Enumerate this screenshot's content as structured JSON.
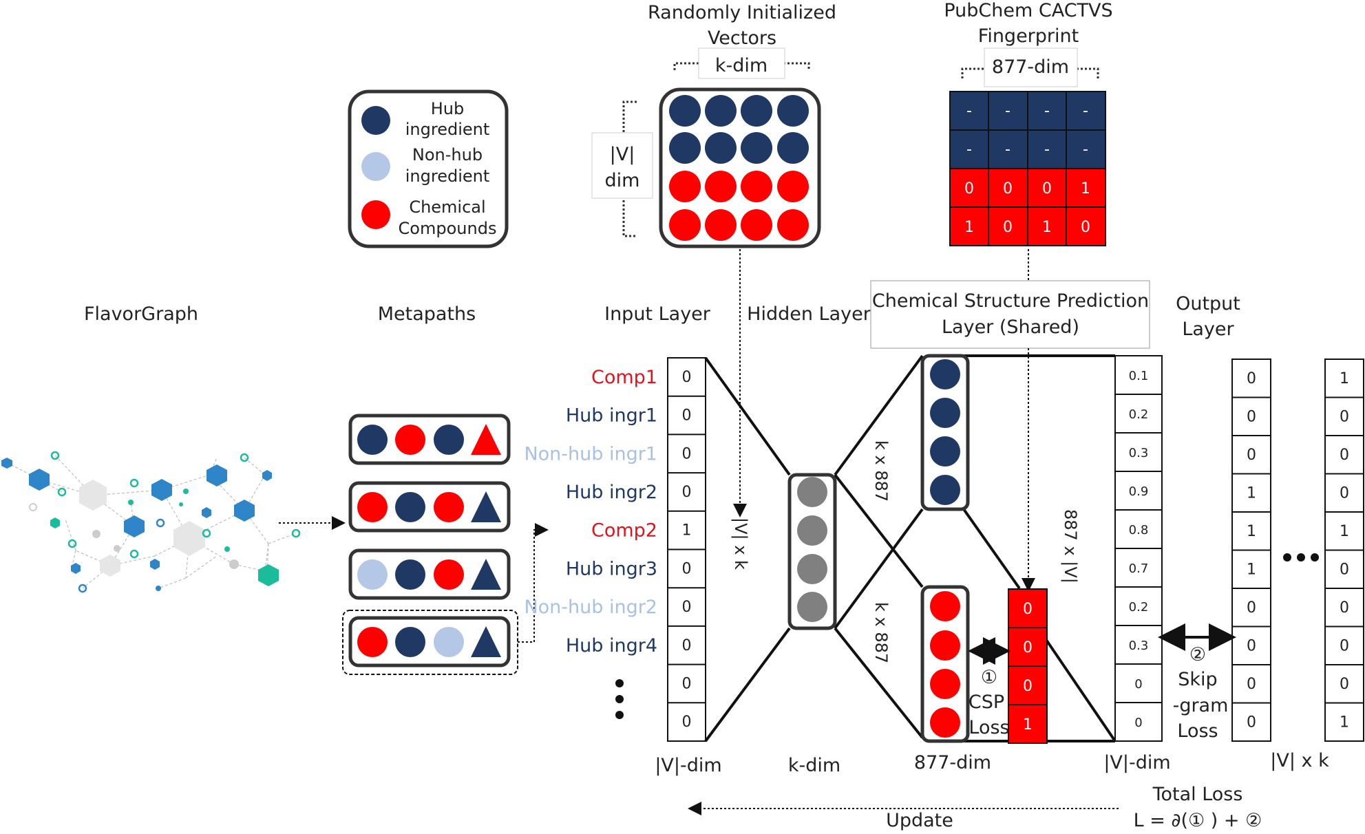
{
  "titles": {
    "flavorgraph": "FlavorGraph",
    "metapaths": "Metapaths",
    "input_layer": "Input Layer",
    "hidden_layer": "Hidden Layer",
    "csp_layer_l1": "Chemical Structure Prediction",
    "csp_layer_l2": "Layer (Shared)",
    "output_layer_l1": "Output",
    "output_layer_l2": "Layer",
    "random_vec_l1": "Randomly Initialized",
    "random_vec_l2": "Vectors",
    "pubchem_l1": "PubChem CACTVS",
    "pubchem_l2": "Fingerprint"
  },
  "legend": {
    "hub_l1": "Hub",
    "hub_l2": "ingredient",
    "nonhub_l1": "Non-hub",
    "nonhub_l2": "ingredient",
    "chem_l1": "Chemical",
    "chem_l2": "Compounds"
  },
  "dims": {
    "k_dim_top": "k-dim",
    "fp_dim_top": "877-dim",
    "v_dim_side_l1": "|V|",
    "v_dim_side_l2": "dim",
    "v_x_k": "|V| x k",
    "k_x_887_top": "k x 887",
    "k_x_887_bottom": "k x 887",
    "887_x_v": "887 x |V|",
    "bottom_v_dim": "|V|-dim",
    "bottom_k_dim": "k-dim",
    "bottom_877_dim": "877-dim",
    "bottom_v_dim_out": "|V|-dim",
    "bottom_v_x_k": "|V| x k"
  },
  "input_rows": [
    {
      "label": "Comp1",
      "value": "0",
      "color": "#e8101a"
    },
    {
      "label": "Hub ingr1",
      "value": "0",
      "color": "#1f3864"
    },
    {
      "label": "Non-hub ingr1",
      "value": "0",
      "color": "#a9c1e4"
    },
    {
      "label": "Hub ingr2",
      "value": "0",
      "color": "#1f3864"
    },
    {
      "label": "Comp2",
      "value": "1",
      "color": "#e8101a"
    },
    {
      "label": "Hub ingr3",
      "value": "0",
      "color": "#1f3864"
    },
    {
      "label": "Non-hub ingr2",
      "value": "0",
      "color": "#a9c1e4"
    },
    {
      "label": "Hub ingr4",
      "value": "0",
      "color": "#1f3864"
    },
    {
      "label": "",
      "value": "0",
      "color": "#222222"
    },
    {
      "label": "",
      "value": "0",
      "color": "#222222"
    }
  ],
  "fingerprint": {
    "row1": [
      "-",
      "-",
      "-",
      "-"
    ],
    "row2": [
      "-",
      "-",
      "-",
      "-"
    ],
    "row3": [
      "0",
      "0",
      "0",
      "1"
    ],
    "row4": [
      "1",
      "0",
      "1",
      "0"
    ]
  },
  "csp_column": [
    "0",
    "0",
    "0",
    "1"
  ],
  "output_column": [
    "0.1",
    "0.2",
    "0.3",
    "0.9",
    "0.8",
    "0.7",
    "0.2",
    "0.3",
    "0",
    "0"
  ],
  "target_col1": [
    "0",
    "0",
    "0",
    "1",
    "1",
    "1",
    "0",
    "0",
    "0",
    "0"
  ],
  "target_col2": [
    "1",
    "0",
    "0",
    "0",
    "1",
    "0",
    "0",
    "0",
    "0",
    "1"
  ],
  "losses": {
    "csp_num": "①",
    "csp_l1": "CSP",
    "csp_l2": "Loss",
    "skip_num": "②",
    "skip_l1": "Skip",
    "skip_l2": "-gram",
    "skip_l3": "Loss"
  },
  "bottom": {
    "update": "Update",
    "total_loss": "Total Loss",
    "formula": "L = ∂(① ) + ②"
  },
  "colors": {
    "hub": "#1f3864",
    "nonhub": "#b4c7e7",
    "chem": "#ff0000",
    "gray_node": "#808080",
    "graph_blue": "#2e86c9",
    "graph_teal": "#1abc9c"
  }
}
